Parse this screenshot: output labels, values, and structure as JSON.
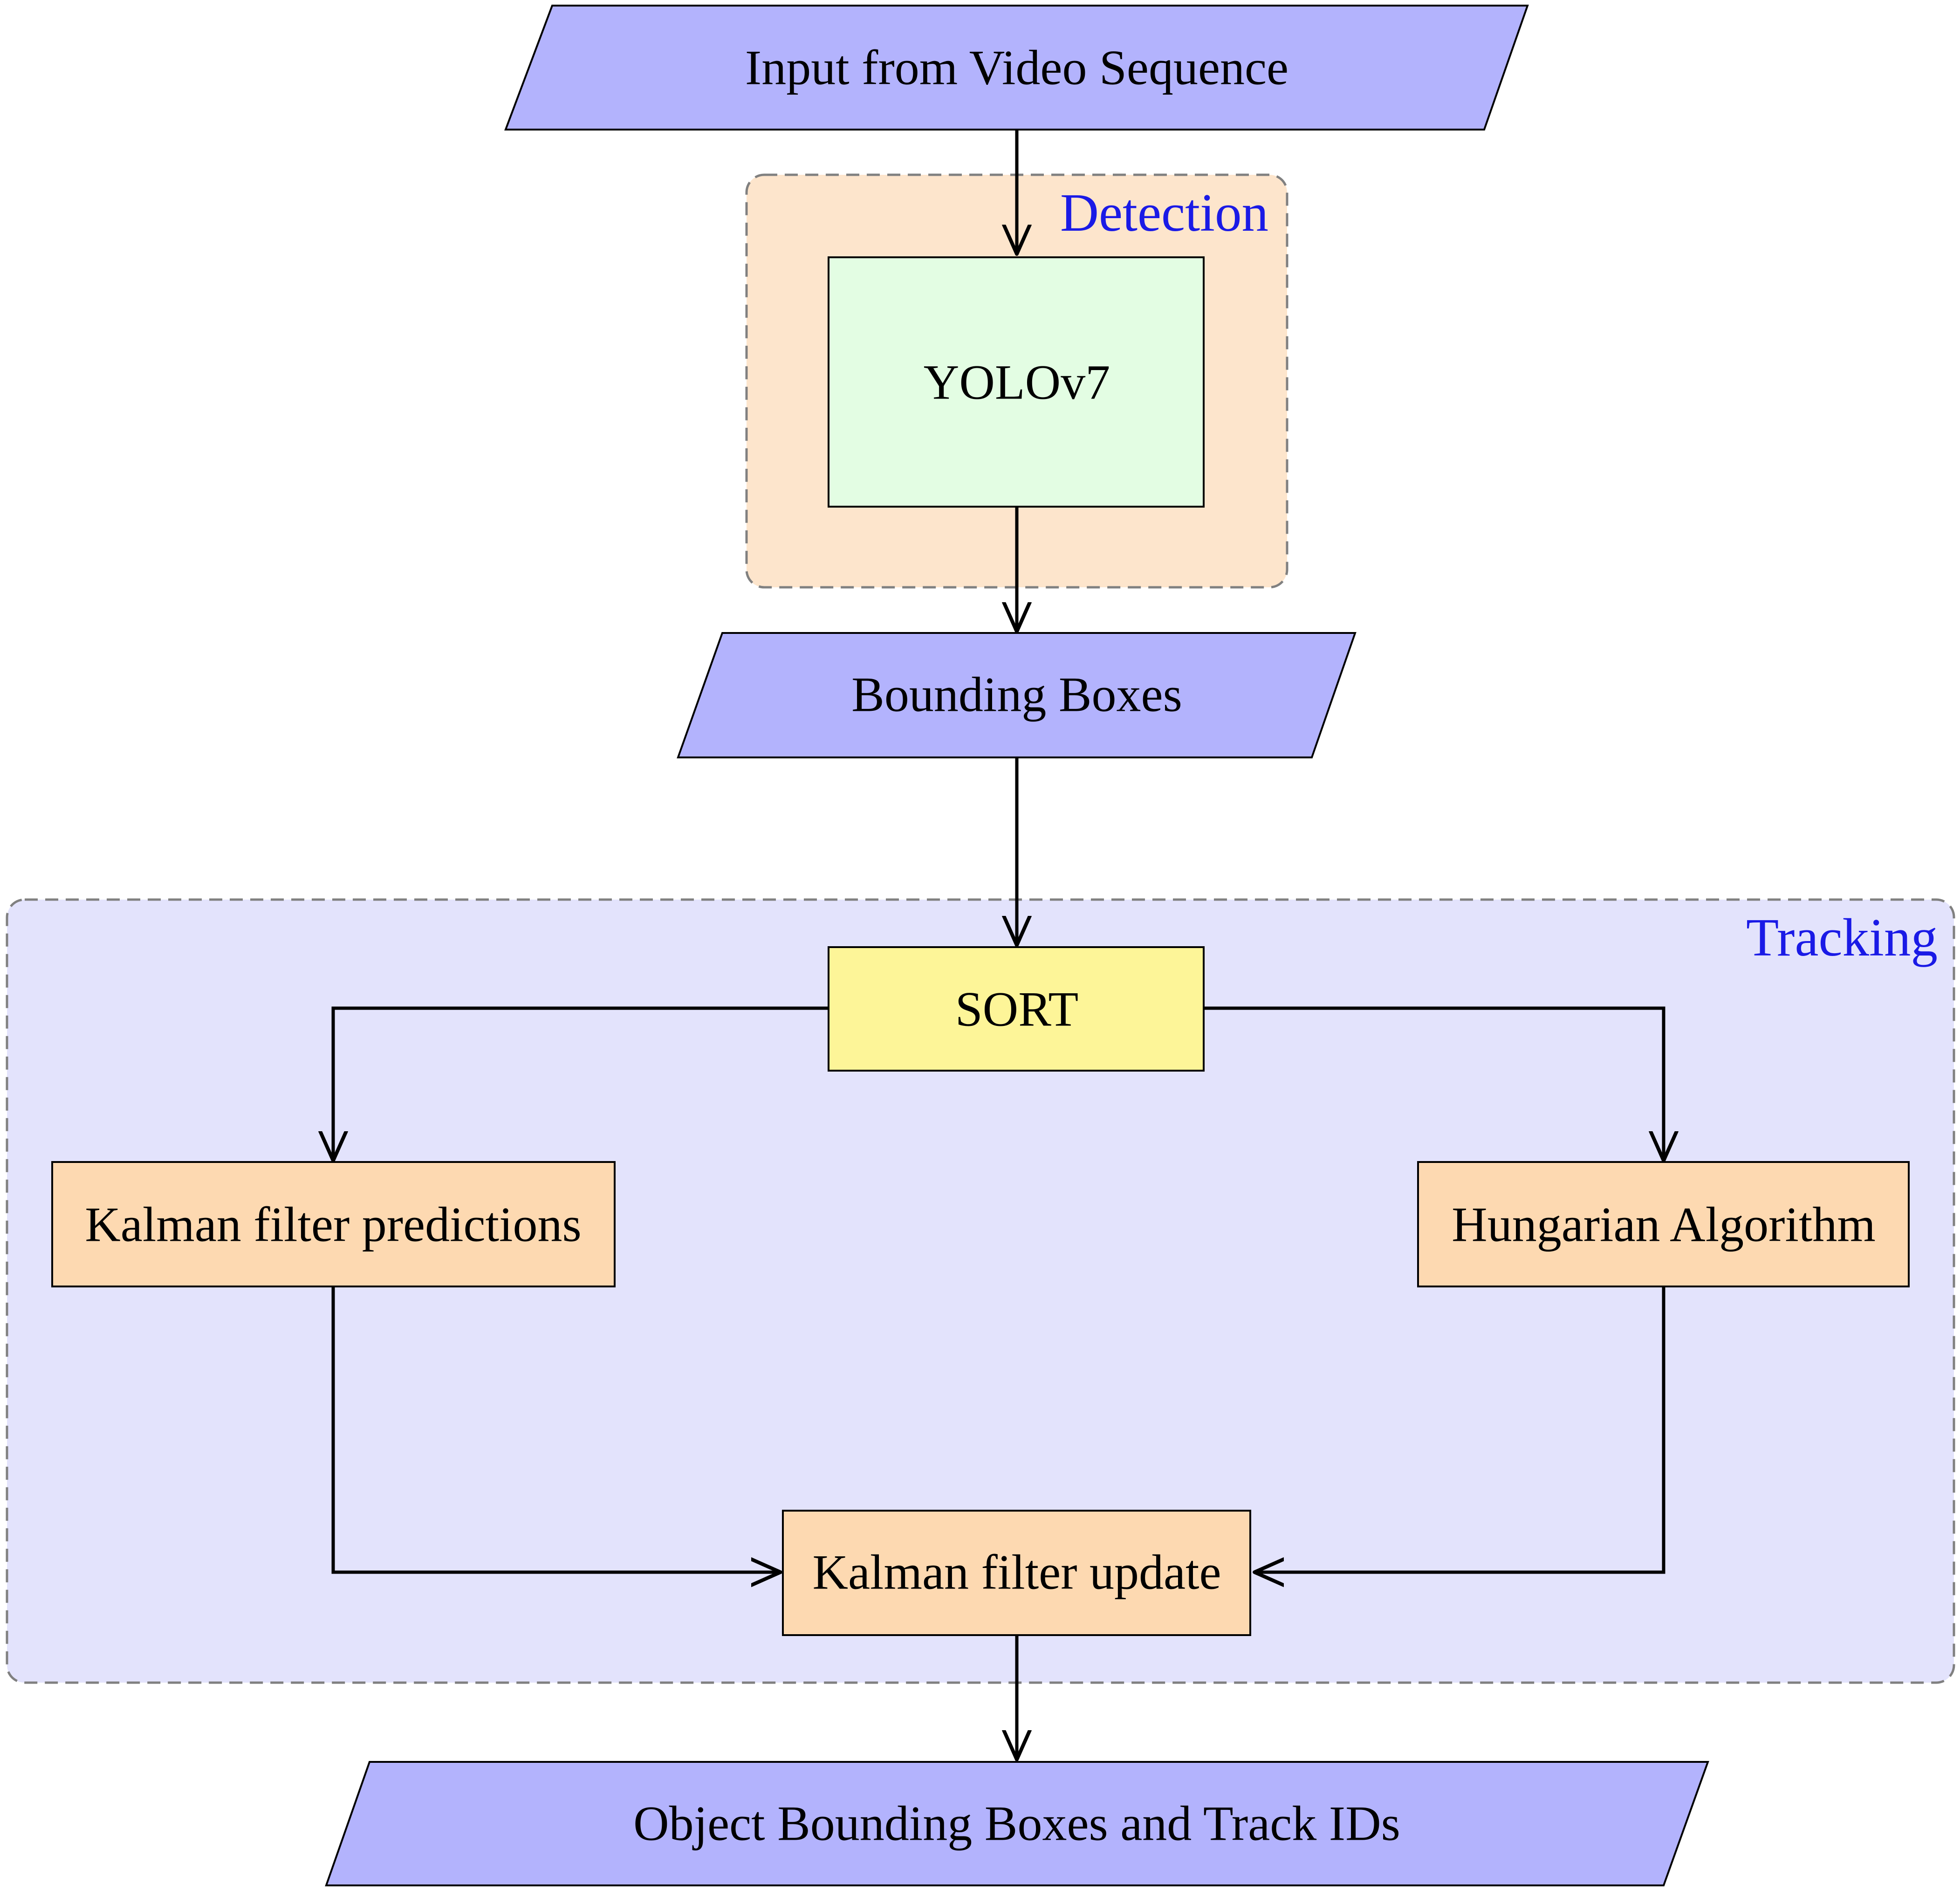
{
  "diagram": {
    "groups": {
      "detection": {
        "label": "Detection",
        "fill": "#fde5cc",
        "border": "#808080",
        "label_color": "#1a1ae6"
      },
      "tracking": {
        "label": "Tracking",
        "fill": "#e3e3fc",
        "border": "#808080",
        "label_color": "#1a1ae6"
      }
    },
    "nodes": {
      "input": {
        "label": "Input from Video Sequence",
        "shape": "parallelogram",
        "fill": "#b3b3fd"
      },
      "yolo": {
        "label": "YOLOv7",
        "shape": "rectangle",
        "fill": "#e3fde3"
      },
      "bounding_boxes": {
        "label": "Bounding Boxes",
        "shape": "parallelogram",
        "fill": "#b3b3fd"
      },
      "sort": {
        "label": "SORT",
        "shape": "rectangle",
        "fill": "#fdf598"
      },
      "kalman_predictions": {
        "label": "Kalman filter predictions",
        "shape": "rectangle",
        "fill": "#fdd9b1"
      },
      "hungarian": {
        "label": "Hungarian Algorithm",
        "shape": "rectangle",
        "fill": "#fdd9b1"
      },
      "kalman_update": {
        "label": "Kalman filter update",
        "shape": "rectangle",
        "fill": "#fdd9b1"
      },
      "output": {
        "label": "Object Bounding Boxes and Track IDs",
        "shape": "parallelogram",
        "fill": "#b3b3fd"
      }
    },
    "edges": [
      {
        "from": "input",
        "to": "yolo"
      },
      {
        "from": "yolo",
        "to": "bounding_boxes"
      },
      {
        "from": "bounding_boxes",
        "to": "sort"
      },
      {
        "from": "sort",
        "to": "kalman_predictions"
      },
      {
        "from": "sort",
        "to": "hungarian"
      },
      {
        "from": "kalman_predictions",
        "to": "kalman_update"
      },
      {
        "from": "hungarian",
        "to": "kalman_update"
      },
      {
        "from": "kalman_update",
        "to": "output"
      }
    ]
  }
}
